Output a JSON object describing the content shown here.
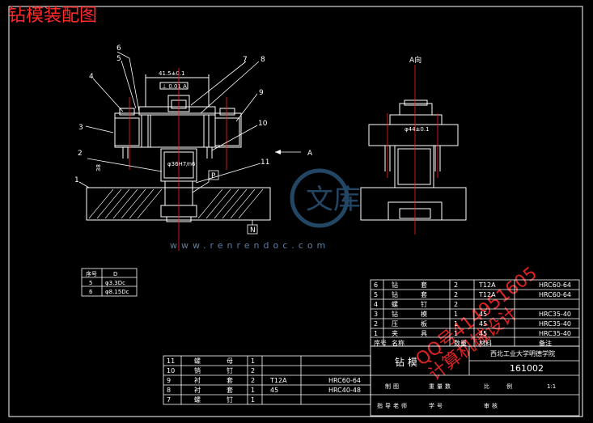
{
  "title": "钻模装配图",
  "watermark": {
    "site": "www.renrendoc.com",
    "logo_text": "文库",
    "qq": "QQ号414951605",
    "design": "计算机械设计"
  },
  "colors": {
    "background": "#000000",
    "lines": "#ffffff",
    "centerline": "#ff2020",
    "title": "#ff2a2a",
    "watermark": "#2f5e86"
  },
  "callouts": [
    "1",
    "2",
    "3",
    "4",
    "5",
    "6",
    "7",
    "8",
    "9",
    "10",
    "11"
  ],
  "view_labels": {
    "section_a": "A",
    "section_a_top": "A向",
    "p_box": "P",
    "n_box": "N",
    "dim_top": "41.5±0.1",
    "dim_box": "⊥ 0.01 A",
    "dim_right": "φ44±0.1",
    "dim_vertical": "38",
    "dim_center": "φ36H7/n6"
  },
  "hole_table": {
    "headers": [
      "序号",
      "D"
    ],
    "rows": [
      [
        "5",
        "φ3.3Dc"
      ],
      [
        "6",
        "φ8.15Dc"
      ]
    ]
  },
  "right_parts_table": {
    "rows": [
      [
        "6",
        "钻",
        "套",
        "2",
        "T12A",
        "HRC60-64"
      ],
      [
        "5",
        "钻",
        "套",
        "2",
        "T12A",
        "HRC60-64"
      ],
      [
        "4",
        "螺",
        "钉",
        "2",
        "",
        ""
      ],
      [
        "3",
        "钻",
        "模",
        "1",
        "45",
        "HRC35-40"
      ],
      [
        "2",
        "压",
        "板",
        "1",
        "45",
        "HRC35-40"
      ],
      [
        "1",
        "夹",
        "具",
        "1",
        "45",
        "HRC35-40"
      ],
      [
        "序号",
        "名称",
        "",
        "数量",
        "材料",
        "备注"
      ]
    ]
  },
  "left_parts_table": {
    "rows": [
      [
        "11",
        "螺",
        "母",
        "1",
        "",
        ""
      ],
      [
        "10",
        "销",
        "钉",
        "2",
        "",
        ""
      ],
      [
        "9",
        "衬",
        "套",
        "2",
        "T12A",
        "HRC60-64"
      ],
      [
        "8",
        "衬",
        "套",
        "1",
        "45",
        "HRC40-48"
      ],
      [
        "7",
        "螺",
        "钉",
        "1",
        "",
        ""
      ]
    ]
  },
  "title_block": {
    "drawing_name": "钻 模",
    "school": "西北工业大学明德学院",
    "drawing_no": "161002",
    "row_labels": [
      "制",
      "图",
      "",
      "重",
      "量",
      "数",
      "比",
      "例",
      "1:1"
    ],
    "bottom_labels": [
      "指",
      "导",
      "老",
      "师",
      "",
      "学",
      "号",
      "",
      "审",
      "核"
    ]
  }
}
